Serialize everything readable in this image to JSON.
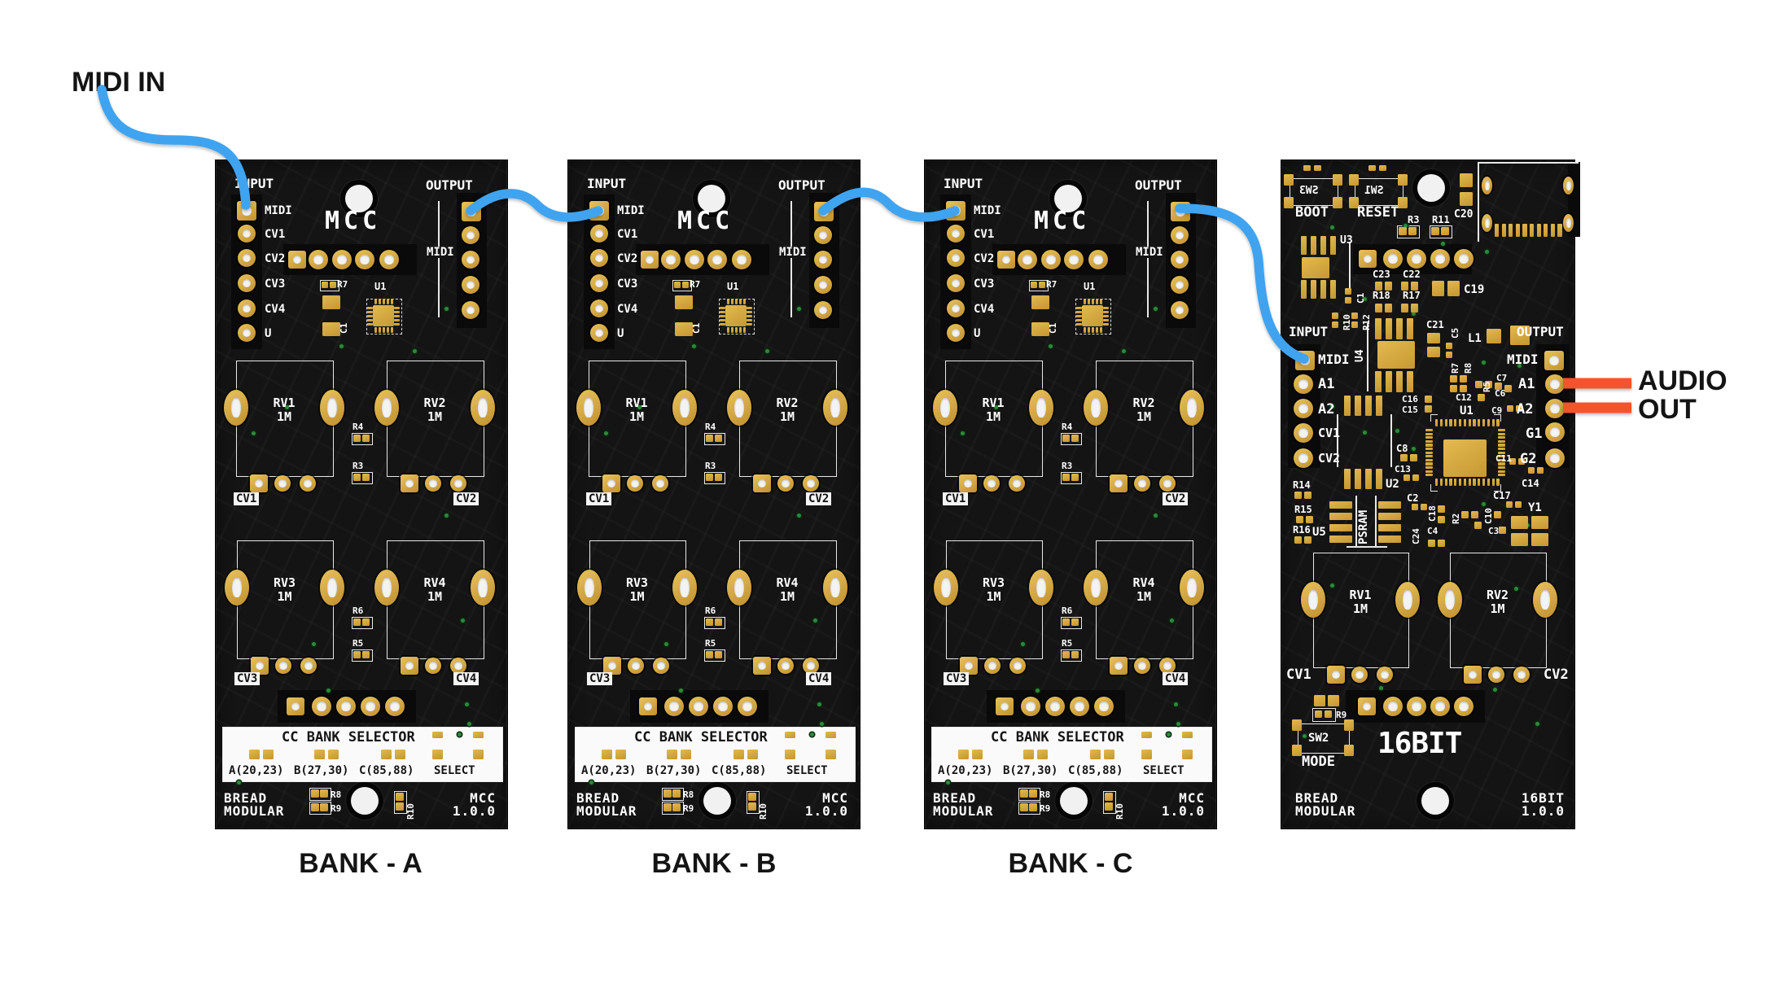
{
  "title_labels": {
    "midi_in": "MIDI IN",
    "audio": "AUDIO",
    "out": "OUT"
  },
  "bank_labels": [
    "BANK - A",
    "BANK - B",
    "BANK - C"
  ],
  "colors": {
    "wire_blue": "#3FA3EF",
    "wire_orange": "#F2552C",
    "gold": "#D2A43E",
    "board": "#141414",
    "silk": "#FFFFFF"
  },
  "mcc": {
    "input": "INPUT",
    "output": "OUTPUT",
    "title": "MCC",
    "left_pins": [
      "MIDI",
      "CV1",
      "CV2",
      "CV3",
      "CV4",
      "U"
    ],
    "midi_out_label": "MIDI",
    "r7": "R7",
    "u1": "U1",
    "c1": "C1",
    "r4": "R4",
    "r3": "R3",
    "r6": "R6",
    "r5": "R5",
    "pots": [
      {
        "name": "RV1",
        "val": "1M",
        "cv": "CV1"
      },
      {
        "name": "RV2",
        "val": "1M",
        "cv": "CV2"
      },
      {
        "name": "RV3",
        "val": "1M",
        "cv": "CV3"
      },
      {
        "name": "RV4",
        "val": "1M",
        "cv": "CV4"
      }
    ],
    "selector_title": "CC BANK SELECTOR",
    "selector_options": [
      "A(20,23)",
      "B(27,30)",
      "C(85,88)",
      "SELECT"
    ],
    "brand_line1": "BREAD",
    "brand_line2": "MODULAR",
    "model_line1": "MCC",
    "model_line2": "1.0.0",
    "r8": "R8",
    "r9": "R9",
    "r10": "R10"
  },
  "bit16": {
    "sw3": "SW3",
    "boot": "BOOT",
    "sw1": "SW1",
    "reset": "RESET",
    "c20": "C20",
    "u3": "U3",
    "r3": "R3",
    "r11": "R11",
    "c23": "C23",
    "c22": "C22",
    "r18": "R18",
    "r17": "R17",
    "c19": "C19",
    "c1": "C1",
    "r10": "R10",
    "r12": "R12",
    "input": "INPUT",
    "output": "OUTPUT",
    "u4": "U4",
    "c21": "C21",
    "c5": "C5",
    "l1": "L1",
    "left_pins": [
      "MIDI",
      "A1",
      "A2",
      "CV1",
      "CV2"
    ],
    "right_pins": [
      "MIDI",
      "A1",
      "A2",
      "G1",
      "G2"
    ],
    "r7": "R7",
    "r8": "R8",
    "r5": "R5",
    "c7": "C7",
    "c6": "C6",
    "c12": "C12",
    "c9": "C9",
    "c16": "C16",
    "c15": "C15",
    "u1": "U1",
    "c8": "C8",
    "c13": "C13",
    "u2": "U2",
    "c2": "C2",
    "c11": "C11",
    "c14": "C14",
    "c17": "C17",
    "r14": "R14",
    "r15": "R15",
    "r16": "R16",
    "u5": "U5",
    "psram": "PSRAM",
    "c18": "C18",
    "r2": "R2",
    "c10": "C10",
    "c4": "C4",
    "c3": "C3",
    "c24": "C24",
    "y1": "Y1",
    "r9": "R9",
    "pots": [
      {
        "name": "RV1",
        "val": "1M",
        "cv": "CV1"
      },
      {
        "name": "RV2",
        "val": "1M",
        "cv": "CV2"
      }
    ],
    "sw2": "SW2",
    "mode": "MODE",
    "title": "16BIT",
    "brand_line1": "BREAD",
    "brand_line2": "MODULAR",
    "model_line1": "16BIT",
    "model_line2": "1.0.0"
  }
}
